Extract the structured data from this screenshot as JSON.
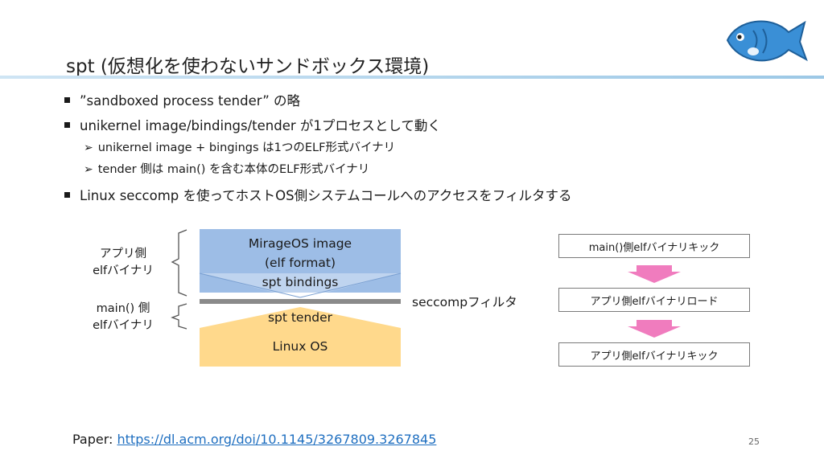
{
  "slide": {
    "title": "spt (仮想化を使わないサンドボックス環境)",
    "page_number": "25"
  },
  "bullets": [
    {
      "text": "”sandboxed process tender” の略"
    },
    {
      "text": "unikernel image/bindings/tender が1プロセスとして動く",
      "subs": [
        "unikernel image + bingings は1つのELF形式バイナリ",
        "tender 側は main() を含む本体のELF形式バイナリ"
      ]
    },
    {
      "text": "Linux seccomp を使ってホストOS側システムコールへのアクセスをフィルタする"
    }
  ],
  "diagram": {
    "left_labels": {
      "app_side": [
        "アプリ側",
        "elfバイナリ"
      ],
      "main_side": [
        "main() 側",
        "elfバイナリ"
      ]
    },
    "layers": {
      "mirage_line1": "MirageOS image",
      "mirage_line2": "(elf format)",
      "bindings": "spt bindings",
      "tender": "spt tender",
      "linux": "Linux OS"
    },
    "seccomp_label": "seccompフィルタ",
    "colors": {
      "blue": "#9dbde6",
      "orange": "#ffd98c",
      "bar": "#8a8a8a",
      "arrow": "#f07cbe"
    }
  },
  "flow": {
    "steps": [
      "main()側elfバイナリキック",
      "アプリ側elfバイナリロード",
      "アプリ側elfバイナリキック"
    ]
  },
  "footer": {
    "prefix": "Paper: ",
    "link": "https://dl.acm.org/doi/10.1145/3267809.3267845"
  },
  "icons": {
    "corner": "fish-icon"
  }
}
